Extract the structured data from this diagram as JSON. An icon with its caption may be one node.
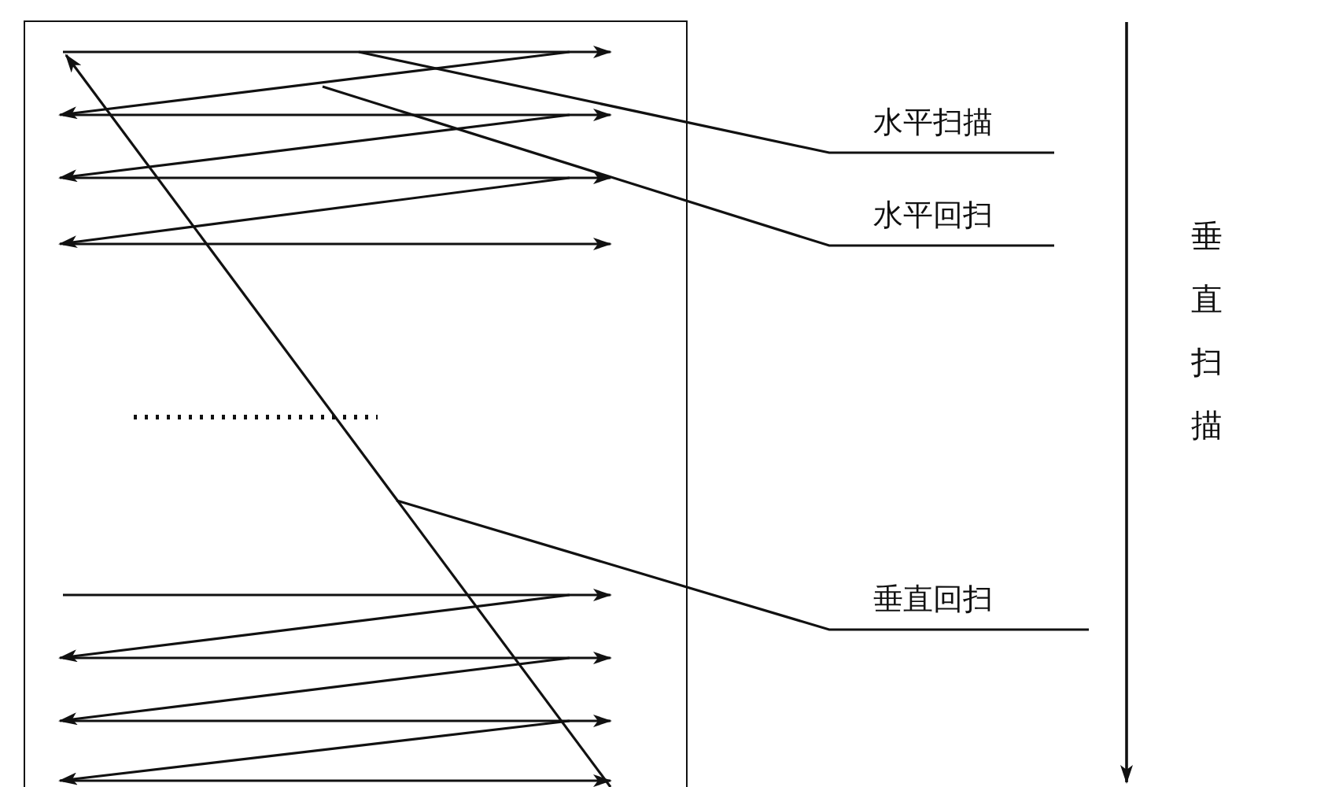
{
  "diagram": {
    "nodes": [
      {
        "text": [],
        "shape": "box"
      },
      {
        "text": [
          "水平扫描"
        ]
      },
      {
        "text": [
          "水平回扫"
        ]
      },
      {
        "text": [
          "垂直回扫"
        ]
      }
    ],
    "edges": [
      {
        "from": 1,
        "to": 0,
        "arrow": "none"
      },
      {
        "from": 2,
        "to": 0,
        "arrow": "none"
      },
      {
        "from": 3,
        "to": 0,
        "arrow": "none"
      }
    ],
    "labels": [
      "垂直扫描"
    ]
  }
}
